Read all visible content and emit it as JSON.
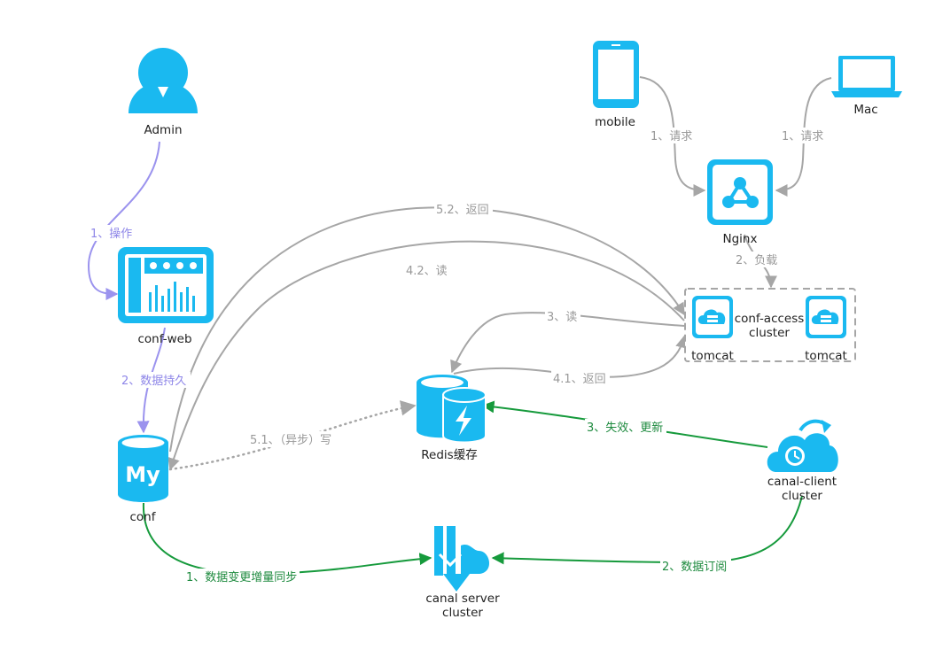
{
  "colors": {
    "accent": "#1ab9f0",
    "gray_edge": "#a6a6a6",
    "purple_edge": "#9b93ee",
    "green_edge": "#169a3c"
  },
  "nodes": {
    "admin": {
      "label": "Admin",
      "icon": "user-icon"
    },
    "conf_web": {
      "label": "conf-web",
      "icon": "dashboard-icon"
    },
    "conf": {
      "label": "conf",
      "icon": "mysql-icon"
    },
    "redis": {
      "label": "Redis缓存",
      "icon": "redis-cache-icon"
    },
    "canal_server": {
      "label_line1": "canal server",
      "label_line2": "cluster",
      "icon": "canal-server-icon"
    },
    "canal_client": {
      "label_line1": "canal-client",
      "label_line2": "cluster",
      "icon": "cloud-clock-icon"
    },
    "mobile": {
      "label": "mobile",
      "icon": "mobile-icon"
    },
    "mac": {
      "label": "Mac",
      "icon": "laptop-icon"
    },
    "nginx": {
      "label": "Nginx",
      "icon": "nginx-icon"
    },
    "access_cluster": {
      "label_line1": "conf-access",
      "label_line2": "cluster"
    },
    "tomcat1": {
      "label": "tomcat",
      "icon": "tomcat-server-icon"
    },
    "tomcat2": {
      "label": "tomcat",
      "icon": "tomcat-server-icon"
    }
  },
  "edges": {
    "admin_operate": "1、操作",
    "web_persist": "2、数据持久",
    "mobile_request": "1、请求",
    "mac_request": "1、请求",
    "nginx_load": "2、负载",
    "read3": "3、读",
    "return41": "4.1、返回",
    "read42": "4.2、读",
    "return52": "5.2、返回",
    "async_write": "5.1、（异步）写",
    "invalidate": "3、失效、更新",
    "subscribe": "2、数据订阅",
    "incremental_sync": "1、数据变更增量同步"
  }
}
